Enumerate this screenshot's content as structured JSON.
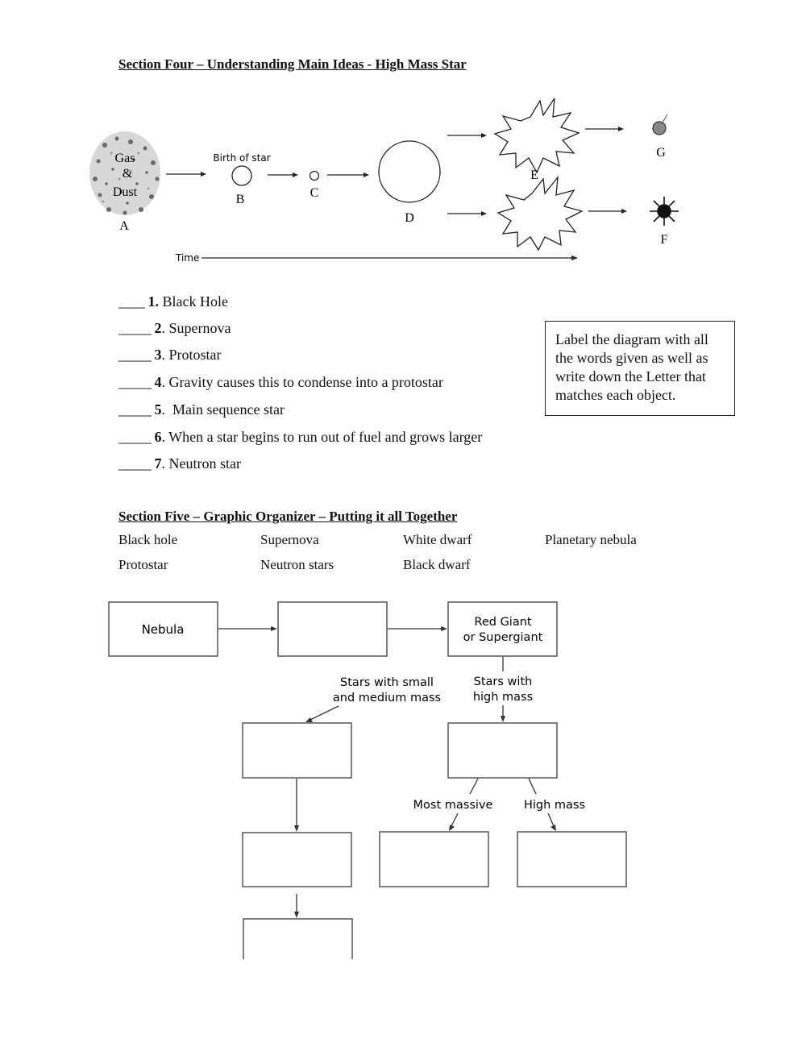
{
  "section4": {
    "title": "Section Four – Understanding Main Ideas - High Mass Star"
  },
  "diagram": {
    "gas": [
      "Gas",
      "&",
      "Dust"
    ],
    "birth_label": "Birth of star",
    "time_label": "Time",
    "letters": {
      "a": "A",
      "b": "B",
      "c": "C",
      "d": "D",
      "e": "E",
      "f": "F",
      "g": "G"
    }
  },
  "questions": [
    {
      "blank": "____",
      "num": "1.",
      "text": "Black Hole"
    },
    {
      "blank": "_____",
      "num": "2",
      "text": ". Supernova"
    },
    {
      "blank": "_____",
      "num": "3",
      "text": ". Protostar"
    },
    {
      "blank": "_____",
      "num": "4",
      "text": ". Gravity causes this to condense into a protostar"
    },
    {
      "blank": "_____",
      "num": "5",
      "text": ".  Main sequence star"
    },
    {
      "blank": "_____",
      "num": "6",
      "text": ". When a star begins to run out of fuel and grows larger"
    },
    {
      "blank": "_____",
      "num": "7",
      "text": ". Neutron star"
    }
  ],
  "instruction_box": "Label the diagram with all the words given as well as write down the Letter that matches each object.",
  "section5": {
    "title": "Section Five – Graphic Organizer – Putting it all Together",
    "word_bank": [
      "Black hole",
      "Supernova",
      "White dwarf",
      "Planetary nebula",
      "Protostar",
      "Neutron stars",
      "Black dwarf"
    ]
  },
  "organizer": {
    "nebula": "Nebula",
    "red_giant": [
      "Red Giant",
      "or Supergiant"
    ],
    "small_medium": [
      "Stars with small",
      "and medium mass"
    ],
    "high_mass_branch": [
      "Stars with",
      "high mass"
    ],
    "most_massive": "Most massive",
    "high_mass": "High mass"
  }
}
